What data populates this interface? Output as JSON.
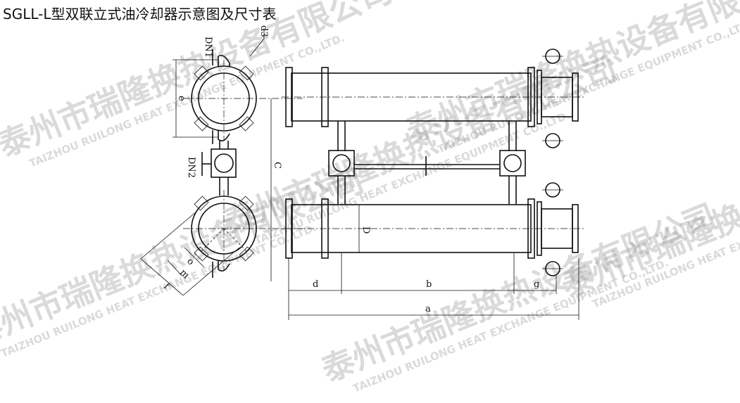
{
  "title": "SGLL-L型双联立式油冷却器示意图及尺寸表",
  "watermark": {
    "company_cn": "泰州市瑞隆换热设备有限公司",
    "company_en": "TAIZHOU RUILONG HEAT EXCHANGE EQUIPMENT CO.,LTD."
  },
  "labels": {
    "dn1": "DN1",
    "d3": "d3",
    "e": "e",
    "dn2": "DN2",
    "c": "C",
    "o": "o",
    "m": "m",
    "f": "f",
    "d_big": "D",
    "d": "d",
    "b": "b",
    "g": "g",
    "a": "a"
  }
}
